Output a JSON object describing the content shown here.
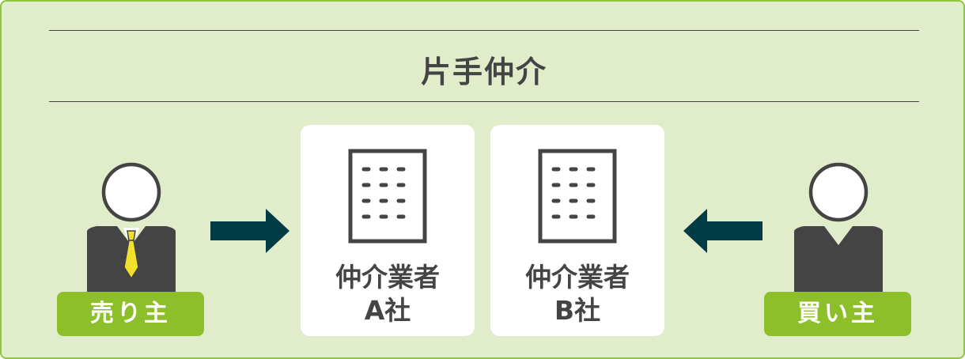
{
  "title": "片手仲介",
  "seller": {
    "label": "売り主",
    "icon": "seller-person-icon"
  },
  "buyer": {
    "label": "買い主",
    "icon": "buyer-person-icon"
  },
  "agent_a": {
    "line1": "仲介業者",
    "line2": "A社",
    "icon": "building-icon"
  },
  "agent_b": {
    "line1": "仲介業者",
    "line2": "B社",
    "icon": "building-icon"
  },
  "colors": {
    "background": "#e1eccb",
    "border": "#8dc63f",
    "badge": "#8cbf2a",
    "arrow": "#003c45",
    "suit": "#444444",
    "tie": "#f2e02c"
  }
}
